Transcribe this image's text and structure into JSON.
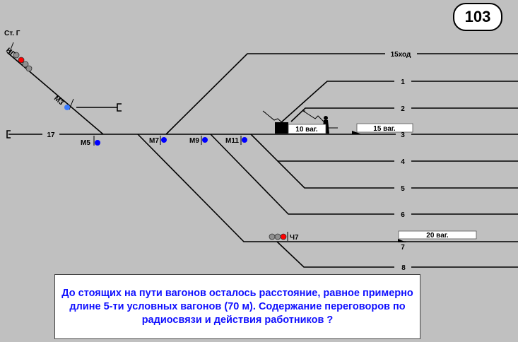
{
  "ticket_number": "103",
  "station_label": "Ст. Г",
  "signals": {
    "ng": "НГ",
    "m3": "М3",
    "m5": "М5",
    "m7": "М7",
    "m9": "М9",
    "m11": "М11",
    "ch7": "Ч7"
  },
  "tracks": {
    "t17": "17",
    "t15": "15ход",
    "t1": "1",
    "t2": "2",
    "t3": "3",
    "t4": "4",
    "t5": "5",
    "t6": "6",
    "t7": "7",
    "t8": "8"
  },
  "wagons": {
    "w10": "10 ваг.",
    "w15": "15 ваг.",
    "w20": "20 ваг."
  },
  "question": "До стоящих на пути вагонов осталось расстояние, равное примерно длине 5-ти условных вагонов (70 м). Содержание переговоров по радиосвязи и действия работников ?",
  "colors": {
    "red": "#ff0000",
    "blue": "#0000ff",
    "light_blue": "#3a7bff",
    "gray": "#909090"
  }
}
